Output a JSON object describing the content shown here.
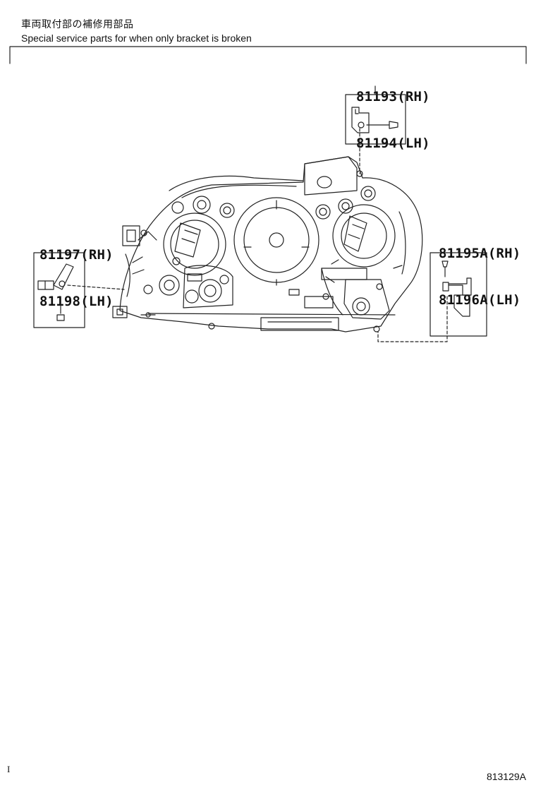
{
  "header": {
    "title_jp": "車両取付部の補修用部品",
    "title_en": "Special service parts for when only bracket is broken"
  },
  "callouts": {
    "top_bracket": {
      "rh": "81193(RH)",
      "lh": "81194(LH)"
    },
    "left_bracket": {
      "rh": "81197(RH)",
      "lh": "81198(LH)"
    },
    "right_bracket": {
      "rh": "81195A(RH)",
      "lh": "81196A(LH)"
    }
  },
  "footer": {
    "corner_mark": "I",
    "figure_code": "813129A"
  },
  "colors": {
    "line": "#222222",
    "background": "#ffffff"
  }
}
